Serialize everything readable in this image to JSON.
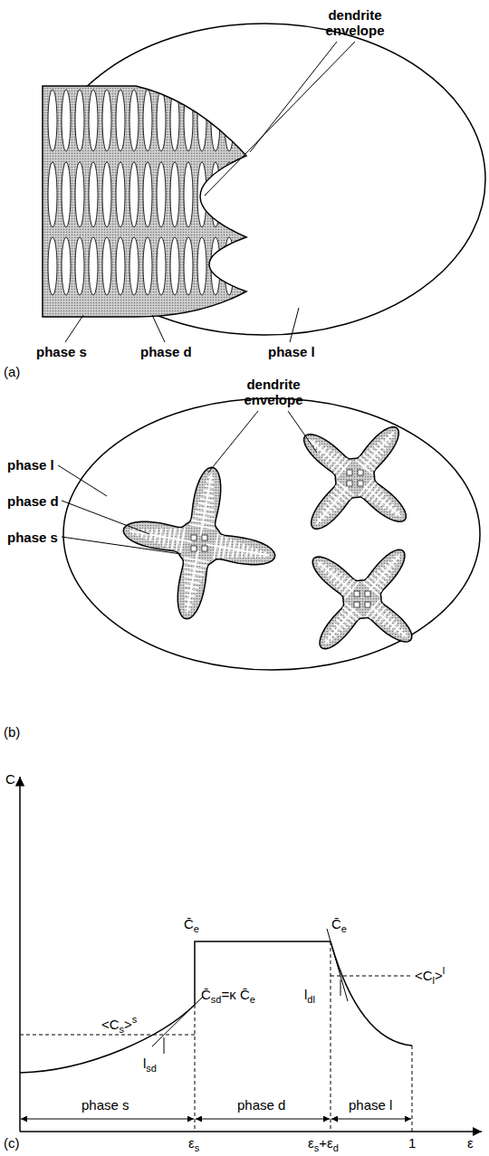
{
  "diagram": {
    "labels": [
      "dendrite envelope",
      "phase s",
      "phase d",
      "phase l",
      "(a)",
      "dendrite envelope",
      "phase l",
      "phase d",
      "phase s",
      "(b)",
      "C",
      "C̄",
      "e",
      "C̄",
      "e",
      "C̄",
      "sd",
      "=κ C̄",
      "e",
      "<C",
      "s",
      ">",
      "s",
      "<C",
      "l",
      ">",
      "l",
      "l",
      "dl",
      "l",
      "sd",
      "phase s",
      "phase d",
      "phase l",
      "ε",
      "s",
      "ε",
      "s",
      "+ε",
      "d",
      "1",
      "ε",
      "(c)"
    ]
  }
}
